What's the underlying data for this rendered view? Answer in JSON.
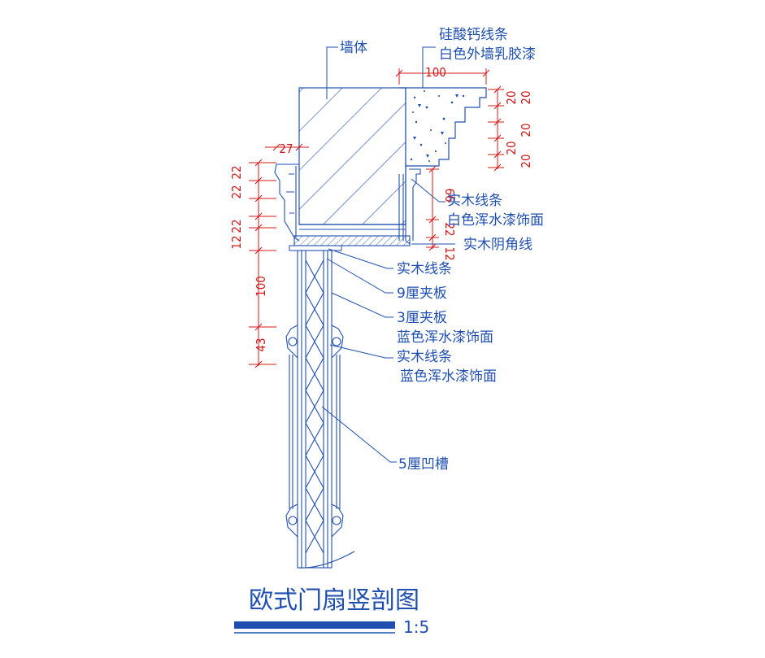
{
  "labels": {
    "wall": "墙体",
    "calcium_silicate_1": "硅酸钙线条",
    "calcium_silicate_2": "白色外墙乳胶漆",
    "solid_wood_trim_1": "实木线条",
    "solid_wood_trim_1b": "白色浑水漆饰面",
    "inner_corner": "实木阴角线",
    "solid_wood_trim_2": "实木线条",
    "plywood_9": "9厘夹板",
    "plywood_3": "3厘夹板",
    "plywood_3_finish": "蓝色浑水漆饰面",
    "solid_wood_trim_3": "实木线条",
    "solid_wood_trim_3_finish": "蓝色浑水漆饰面",
    "groove_5": "5厘凹槽"
  },
  "dimensions": {
    "top_width": "100",
    "left_27": "27",
    "right_a": "20",
    "right_b": "20",
    "right_c": "20",
    "right_d": "20",
    "right_e": "20",
    "left_a": "22",
    "left_b": "22",
    "left_c": "22",
    "left_d": "12",
    "left_e": "100",
    "left_f": "43",
    "mid_a": "66",
    "mid_b": "22",
    "mid_c": "12"
  },
  "title": "欧式门扇竖剖图",
  "scale": "1:5",
  "colors": {
    "line": "#1f4fb0",
    "dim": "#d01818",
    "titlebar": "#1f4fb0"
  }
}
